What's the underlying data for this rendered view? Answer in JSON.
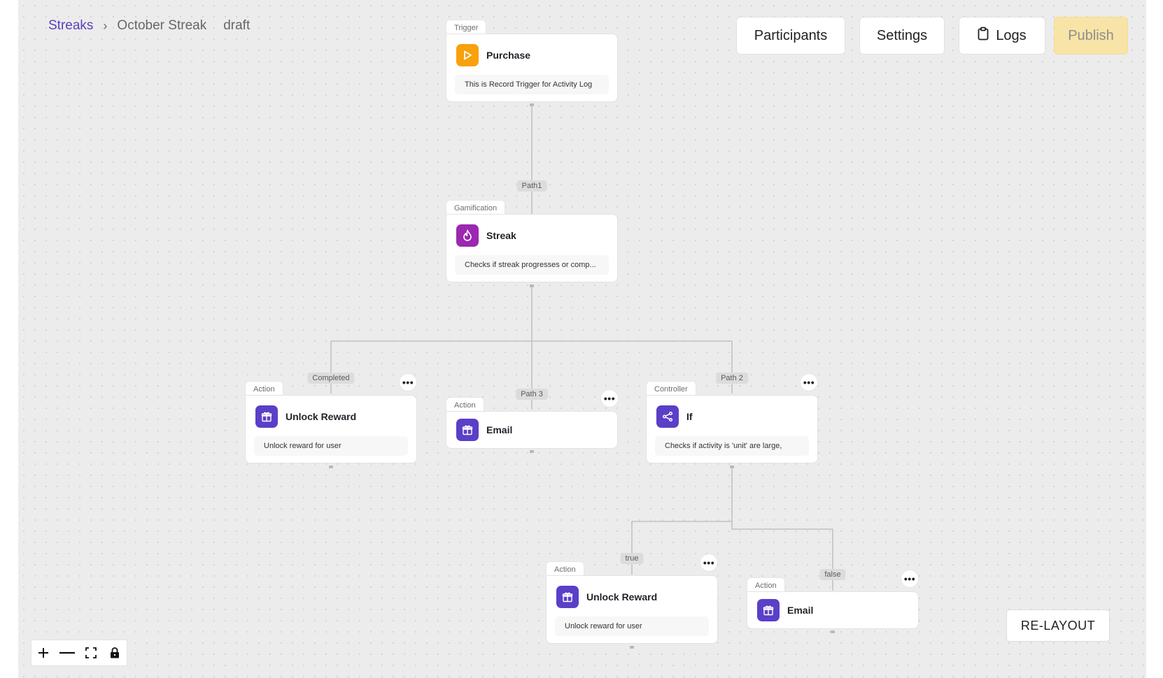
{
  "breadcrumb": {
    "root": "Streaks",
    "separator": "›",
    "current": "October Streak",
    "status": "draft"
  },
  "toolbar": {
    "participants": "Participants",
    "settings": "Settings",
    "logs": "Logs",
    "publish": "Publish"
  },
  "nodes": {
    "purchase": {
      "tag": "Trigger",
      "title": "Purchase",
      "desc": "This is Record Trigger for Activity Log",
      "icon": "play-icon"
    },
    "streak": {
      "tag": "Gamification",
      "title": "Streak",
      "desc": "Checks if streak progresses or comp...",
      "icon": "flame-icon"
    },
    "unlock1": {
      "tag": "Action",
      "title": "Unlock Reward",
      "desc": "Unlock reward for user",
      "icon": "gift-icon"
    },
    "email1": {
      "tag": "Action",
      "title": "Email",
      "icon": "gift-icon"
    },
    "if": {
      "tag": "Controller",
      "title": "If",
      "desc": "Checks if activity is 'unit' are large,",
      "icon": "branch-icon"
    },
    "unlock2": {
      "tag": "Action",
      "title": "Unlock Reward",
      "desc": "Unlock reward for user",
      "icon": "gift-icon"
    },
    "email2": {
      "tag": "Action",
      "title": "Email",
      "icon": "gift-icon"
    }
  },
  "edge_labels": {
    "path1": "Path1",
    "completed": "Completed",
    "path3": "Path 3",
    "path2": "Path 2",
    "true": "true",
    "false": "false"
  },
  "more_label": "•••",
  "relayout": "RE-LAYOUT",
  "colors": {
    "accent": "#5a3fc7",
    "trigger": "#f7a10c",
    "gamification": "#9c27b0",
    "publish": "#f8e4a6"
  }
}
